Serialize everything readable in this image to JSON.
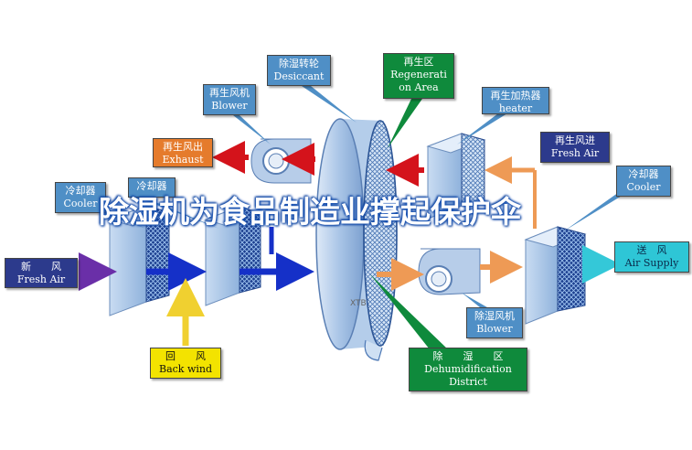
{
  "labels": {
    "blower_regen": {
      "cn": "再生风机",
      "en": "Blower"
    },
    "desiccant": {
      "cn": "除湿转轮",
      "en": "Desiccant"
    },
    "regen_area": {
      "cn": "再生区",
      "en1": "Regenerati",
      "en2": "on Area"
    },
    "heater": {
      "cn": "再生加热器",
      "en": "heater"
    },
    "exhaust": {
      "cn": "再生风出",
      "en": "Exhaust"
    },
    "regen_air": {
      "cn": "再生风进",
      "en": "Fresh Air"
    },
    "cooler_left": {
      "cn": "冷却器",
      "en": "Cooler"
    },
    "cooler_mid": {
      "cn": "冷却器"
    },
    "cooler_right": {
      "cn": "冷却器",
      "en": "Cooler"
    },
    "fresh_air": {
      "cn": "新　　风",
      "en": "Fresh Air"
    },
    "supply": {
      "cn": "送　风",
      "en": "Air Supply"
    },
    "blower_dehum": {
      "cn": "除湿风机",
      "en": "Blower"
    },
    "back_wind": {
      "cn": "回　　风",
      "en": "Back wind"
    },
    "dehum_district": {
      "cn": "除　　湿　　区",
      "en1": "Dehumidification",
      "en2": "District"
    }
  },
  "watermark": "除湿机为食品制造业撑起保护伞",
  "wheel_mark": "XTB"
}
